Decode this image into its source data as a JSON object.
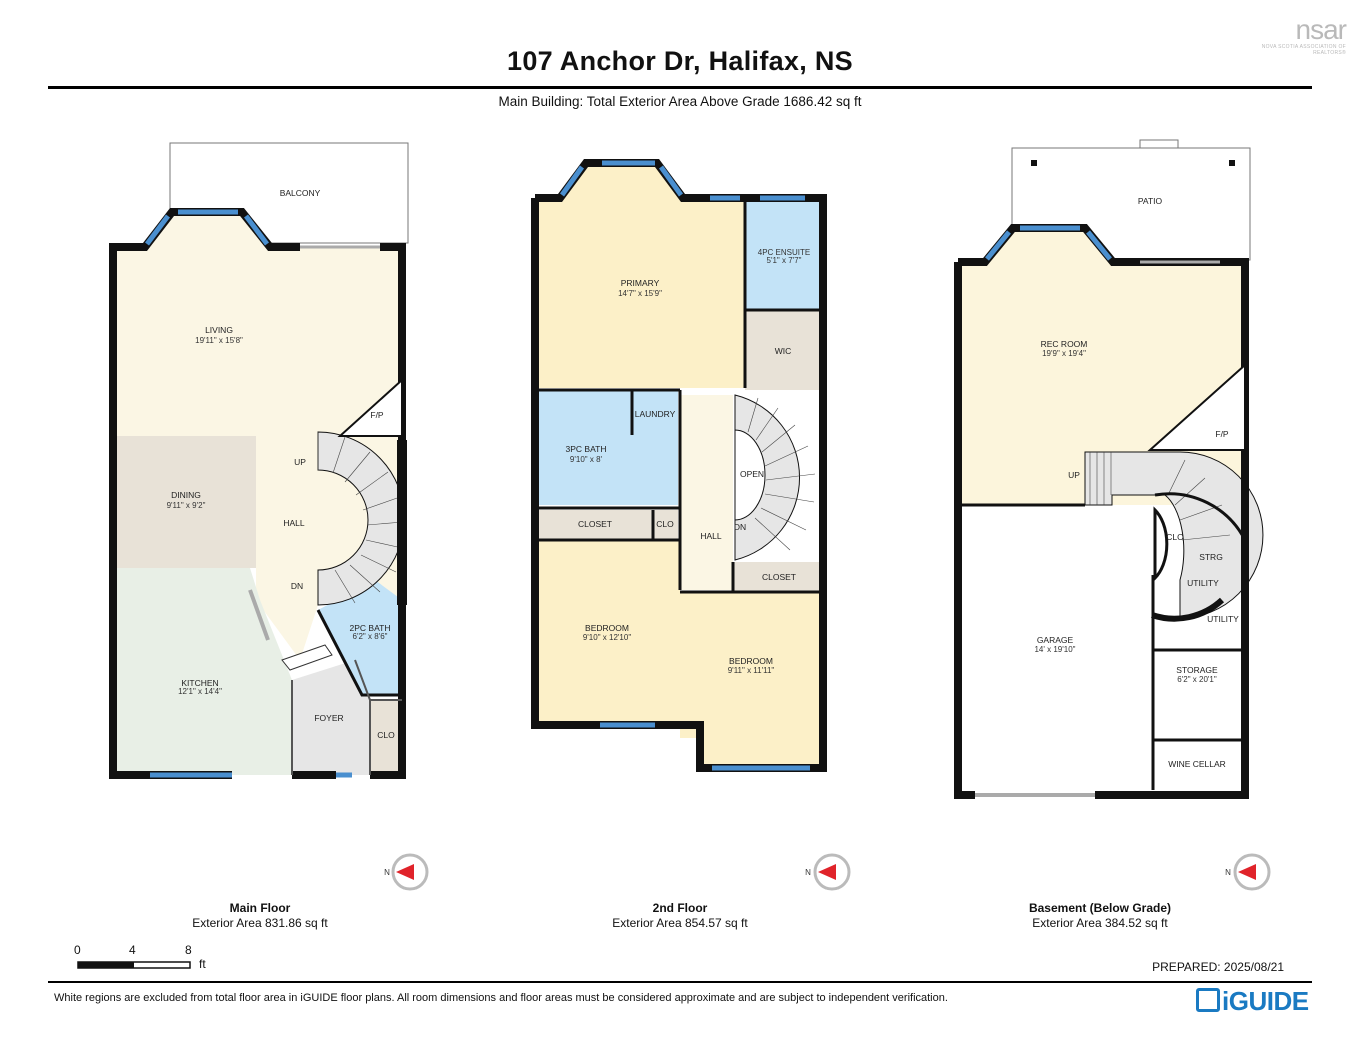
{
  "header": {
    "address": "107 Anchor Dr, Halifax, NS",
    "summary": "Main Building: Total Exterior Area Above Grade 1686.42 sq ft",
    "logo_text": "nsar",
    "logo_subtext": "NOVA SCOTIA ASSOCIATION OF REALTORS®"
  },
  "floors": [
    {
      "name": "Main Floor",
      "area": "Exterior Area 831.86 sq ft",
      "rooms": {
        "balcony": "BALCONY",
        "living": "LIVING",
        "living_dim": "19'11\" x 15'8\"",
        "fp": "F/P",
        "up": "UP",
        "dining": "DINING",
        "dining_dim": "9'11\" x 9'2\"",
        "hall": "HALL",
        "dn": "DN",
        "bath": "2PC BATH",
        "bath_dim": "6'2\" x 8'6\"",
        "kitchen": "KITCHEN",
        "kitchen_dim": "12'1\" x 14'4\"",
        "foyer": "FOYER",
        "clo": "CLO"
      }
    },
    {
      "name": "2nd Floor",
      "area": "Exterior Area 854.57 sq ft",
      "rooms": {
        "primary": "PRIMARY",
        "primary_dim": "14'7\" x 15'9\"",
        "ensuite": "4PC ENSUITE",
        "ensuite_dim": "5'1\" x 7'7\"",
        "wic": "WIC",
        "laundry": "LAUNDRY",
        "bath": "3PC BATH",
        "bath_dim": "9'10\" x 8'",
        "open": "OPEN",
        "closet1": "CLOSET",
        "clo": "CLO",
        "hall": "HALL",
        "dn": "DN",
        "closet2": "CLOSET",
        "bedroom1": "BEDROOM",
        "bedroom1_dim": "9'10\" x 12'10\"",
        "bedroom2": "BEDROOM",
        "bedroom2_dim": "9'11\" x 11'11\""
      }
    },
    {
      "name": "Basement (Below Grade)",
      "area": "Exterior Area 384.52 sq ft",
      "rooms": {
        "patio": "PATIO",
        "rec": "REC ROOM",
        "rec_dim": "19'9\" x 19'4\"",
        "fp": "F/P",
        "up": "UP",
        "clo": "CLO",
        "strg": "STRG",
        "utility1": "UTILITY",
        "utility2": "UTILITY",
        "garage": "GARAGE",
        "garage_dim": "14' x 19'10\"",
        "storage": "STORAGE",
        "storage_dim": "6'2\" x 20'1\"",
        "wine": "WINE CELLAR"
      }
    }
  ],
  "compass_label": "N",
  "scale": {
    "ticks": [
      "0",
      "4",
      "8"
    ],
    "unit": "ft"
  },
  "prepared": "PREPARED: 2025/08/21",
  "footer": {
    "disclaimer": "White regions are excluded from total floor area in iGUIDE floor plans. All room dimensions and floor areas must be considered approximate and are subject to independent verification.",
    "brand": "iGUIDE"
  },
  "colors": {
    "living": "#fbf6e4",
    "dining": "#e8e2d7",
    "kitchen": "#e8efe6",
    "bedroom": "#fcf0c8",
    "bath": "#c3e3f7",
    "closet": "#e8e2d7",
    "grey": "#e6e6e6",
    "wall": "#111111",
    "window": "#4a8fcf"
  }
}
